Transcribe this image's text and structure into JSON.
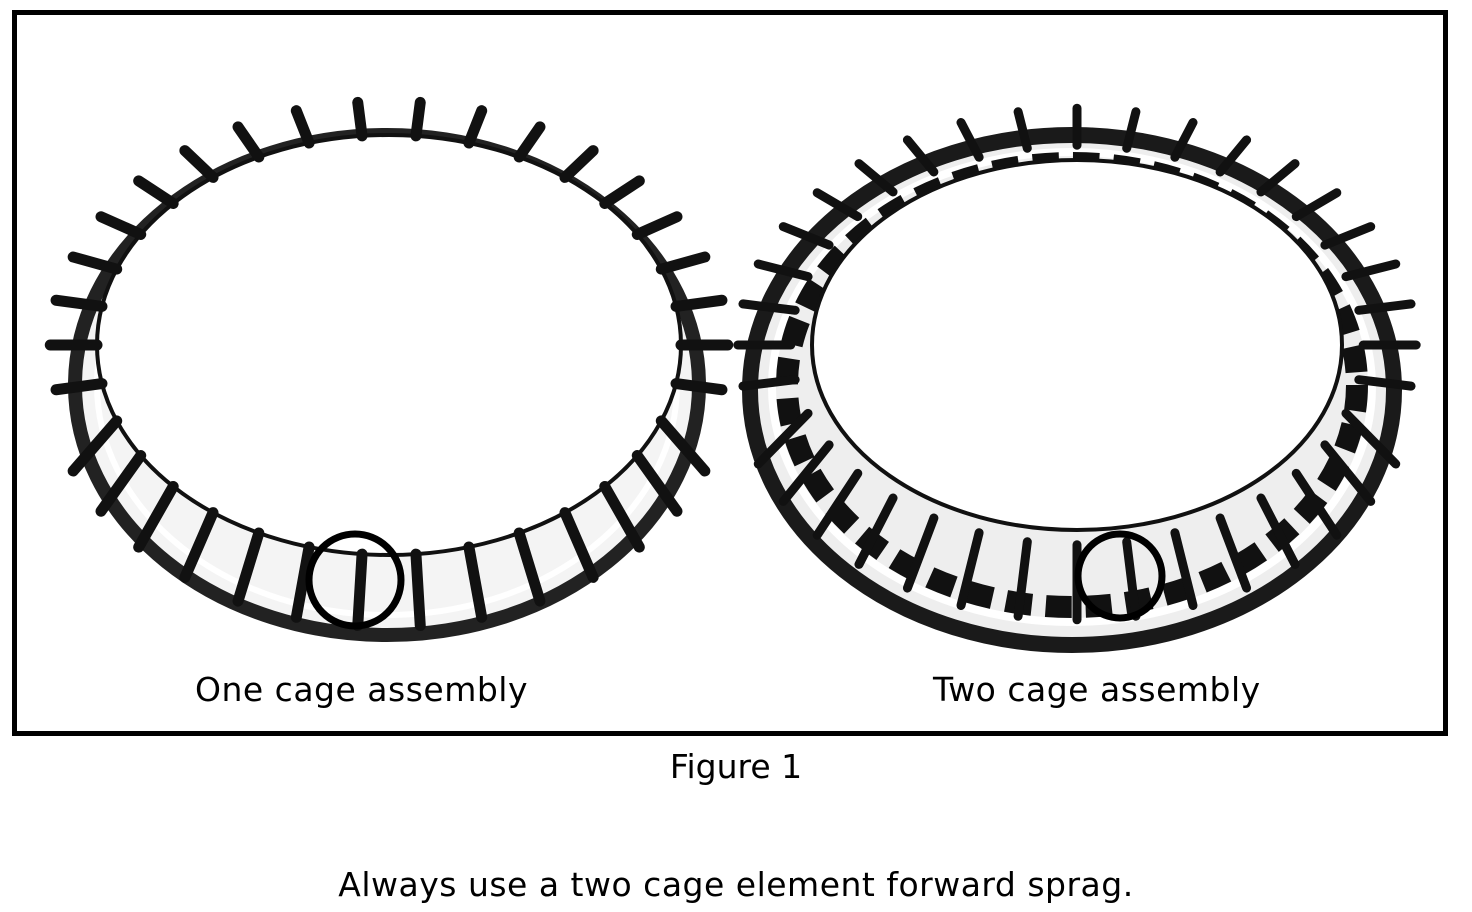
{
  "figure": {
    "left_caption": "One cage assembly",
    "right_caption": "Two cage assembly",
    "label": "Figure 1"
  },
  "note": "Always use a two cage element forward sprag."
}
